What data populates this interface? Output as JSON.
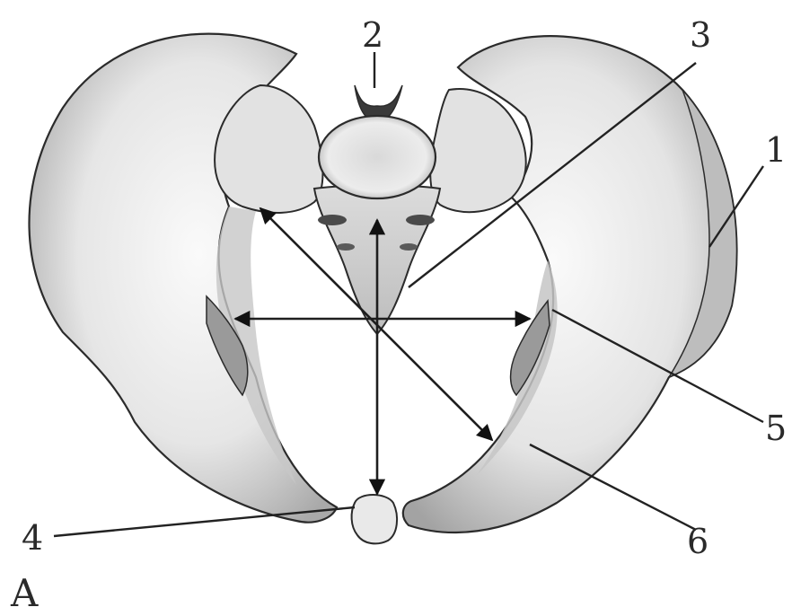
{
  "figure": {
    "panel_letter": "A",
    "labels": [
      {
        "id": "1",
        "text": "1"
      },
      {
        "id": "2",
        "text": "2"
      },
      {
        "id": "3",
        "text": "3"
      },
      {
        "id": "4",
        "text": "4"
      },
      {
        "id": "5",
        "text": "5"
      },
      {
        "id": "6",
        "text": "6"
      }
    ]
  },
  "colors": {
    "background": "#ffffff",
    "bone_fill": "#eeeeee",
    "bone_shade": "#b9b9b9",
    "outline": "#2b2b2b",
    "ink": "#222222"
  }
}
